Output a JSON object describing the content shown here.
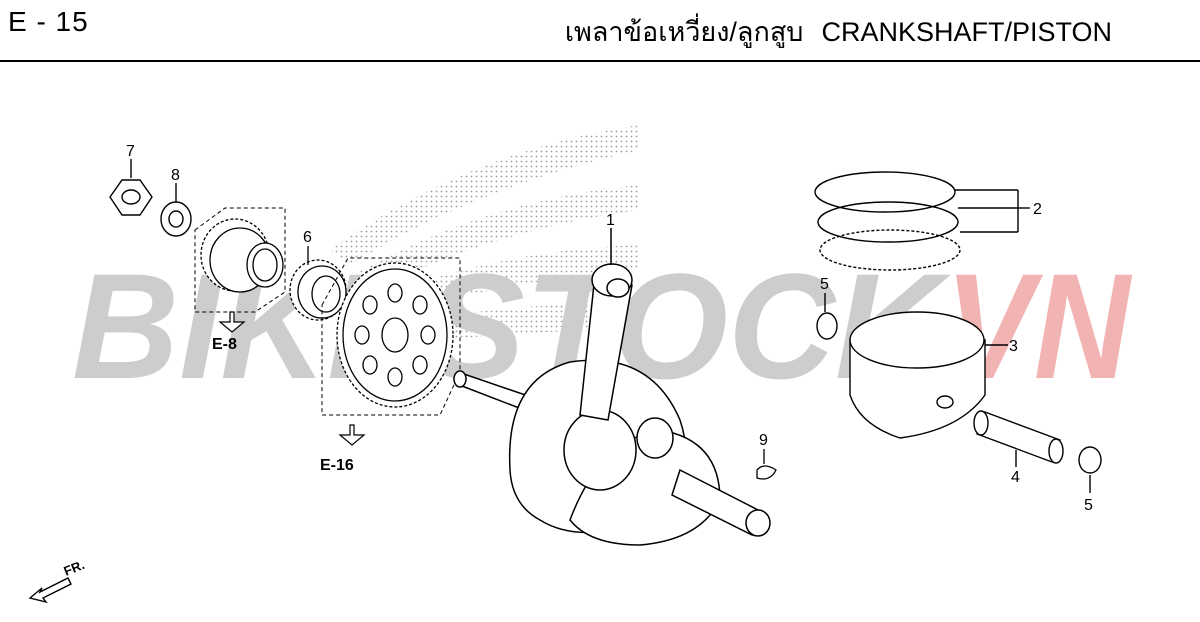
{
  "header": {
    "page_code": "E - 15",
    "title_thai": "เพลาข้อเหวี่ยง/ลูกสูบ",
    "title_english": "CRANKSHAFT/PISTON"
  },
  "watermark": {
    "text_gray": "BIKESTOCK",
    "text_red": "VN",
    "gray": "#c8c8c8",
    "red": "#f3b5b5"
  },
  "callouts": {
    "crankshaft": "1",
    "piston_rings": "2",
    "piston": "3",
    "piston_pin": "4",
    "clip_left": "5",
    "clip_right": "5",
    "gear": "6",
    "nut": "7",
    "washer": "8",
    "woodruff_key": "9"
  },
  "references": {
    "ref_e8": "E-8",
    "ref_e16": "E-16"
  },
  "front_indicator": "FR."
}
